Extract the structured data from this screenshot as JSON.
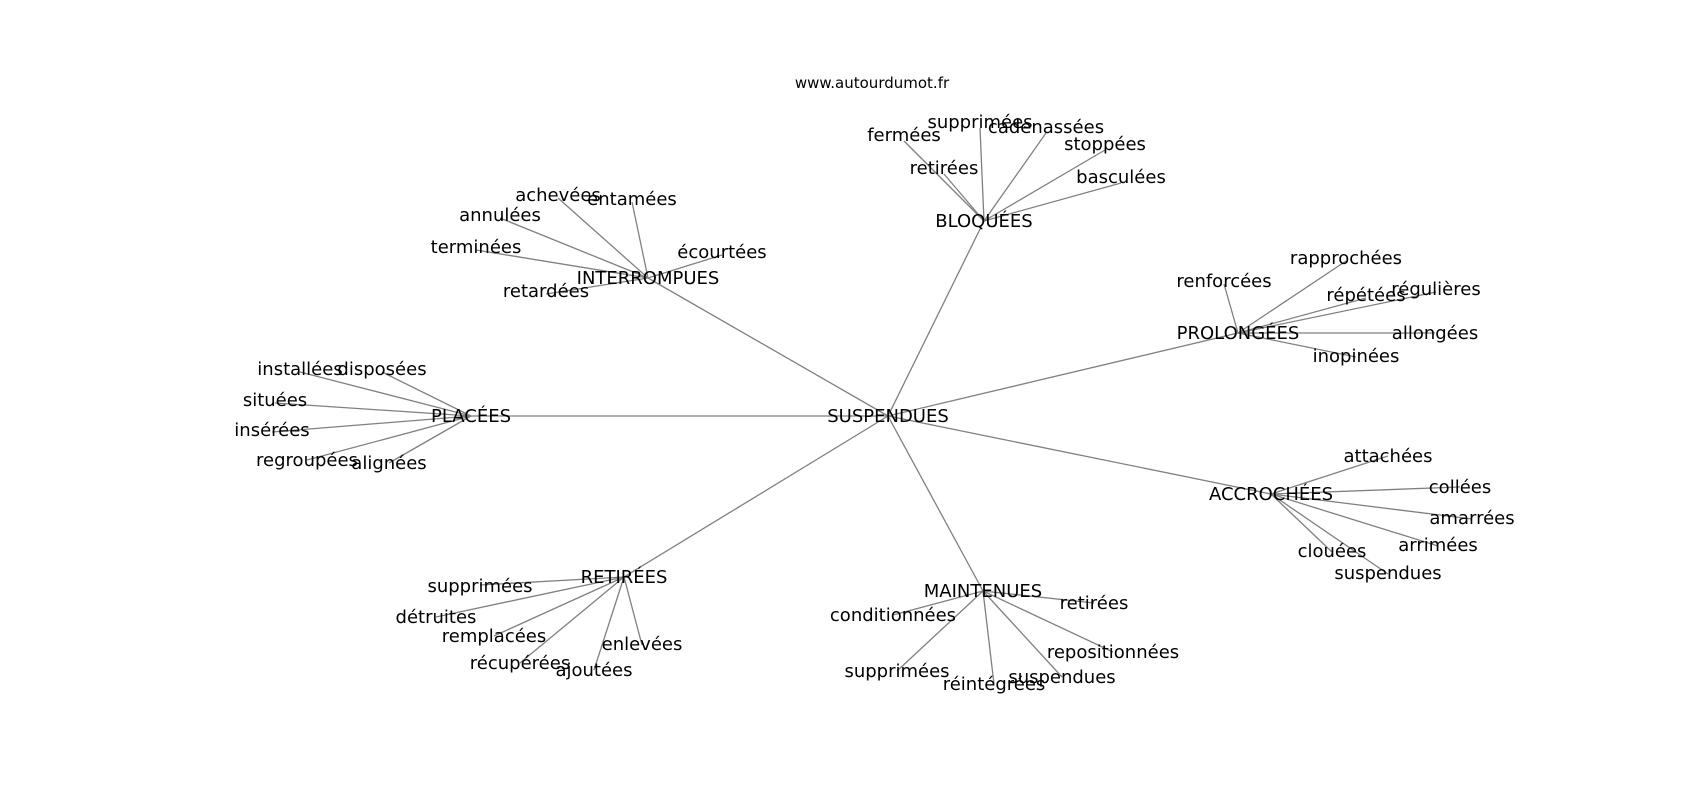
{
  "site": "www.autourdumot.fr",
  "colors": {
    "edge": "#808080",
    "text": "#000000",
    "background": "#ffffff"
  },
  "graph": {
    "root": "SUSPENDUES",
    "hubs": [
      {
        "label": "BLOQUÉES",
        "children": [
          "fermées",
          "supprimées",
          "cadenassées",
          "stoppées",
          "retirées",
          "basculées"
        ]
      },
      {
        "label": "INTERROMPUES",
        "children": [
          "achevées",
          "entamées",
          "annulées",
          "terminées",
          "écourtées",
          "retardées"
        ]
      },
      {
        "label": "PROLONGÉES",
        "children": [
          "rapprochées",
          "renforcées",
          "répétées",
          "régulières",
          "allongées",
          "inopinées"
        ]
      },
      {
        "label": "PLACÉES",
        "children": [
          "installées",
          "disposées",
          "situées",
          "insérées",
          "regroupées",
          "alignées"
        ]
      },
      {
        "label": "ACCROCHÉES",
        "children": [
          "attachées",
          "collées",
          "amarrées",
          "arrimées",
          "clouées",
          "suspendues"
        ]
      },
      {
        "label": "RETIRÉES",
        "children": [
          "supprimées",
          "détruites",
          "remplacées",
          "récupérées",
          "enlevées",
          "ajoutées"
        ]
      },
      {
        "label": "MAINTENUES",
        "children": [
          "conditionnées",
          "retirées",
          "repositionnées",
          "supprimées",
          "réintégrées",
          "suspendues"
        ]
      }
    ]
  }
}
